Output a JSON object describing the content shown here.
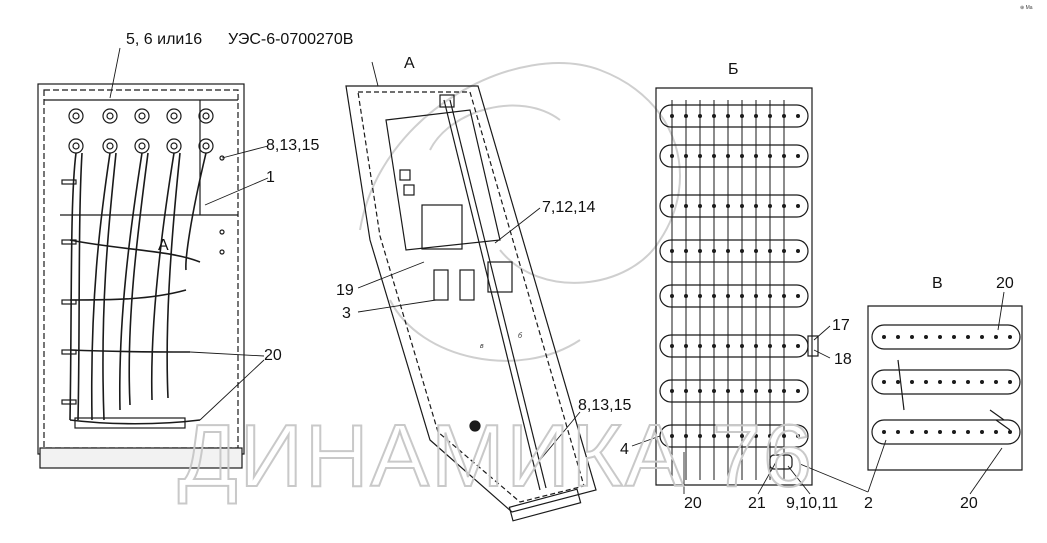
{
  "labels": {
    "part_number": "УЭС-6-0700270В",
    "variants": "5, 6 или16",
    "view_a": "А",
    "view_b": "Б",
    "view_v": "В",
    "callout_1": "1",
    "callout_8_13_15_top": "8,13,15",
    "callout_a_small": "А",
    "callout_20_left": "20",
    "callout_7_12_14": "7,12,14",
    "callout_19": "19",
    "callout_3": "3",
    "callout_8_13_15_bottom": "8,13,15",
    "callout_4": "4",
    "callout_20_b": "20",
    "callout_21": "21",
    "callout_9_10_11": "9,10,11",
    "callout_2": "2",
    "callout_17": "17",
    "callout_18": "18",
    "callout_20_v_top": "20",
    "callout_20_v_bottom": "20",
    "small_v": "в",
    "small_b": "б"
  },
  "watermark": {
    "text": "ДИНАМИКА 76",
    "color": "#c9c9c9"
  },
  "corner_mark": "⊕ Ма",
  "colors": {
    "line": "#1a1a1a",
    "background": "#ffffff",
    "fill_light": "#f2f2f2"
  }
}
